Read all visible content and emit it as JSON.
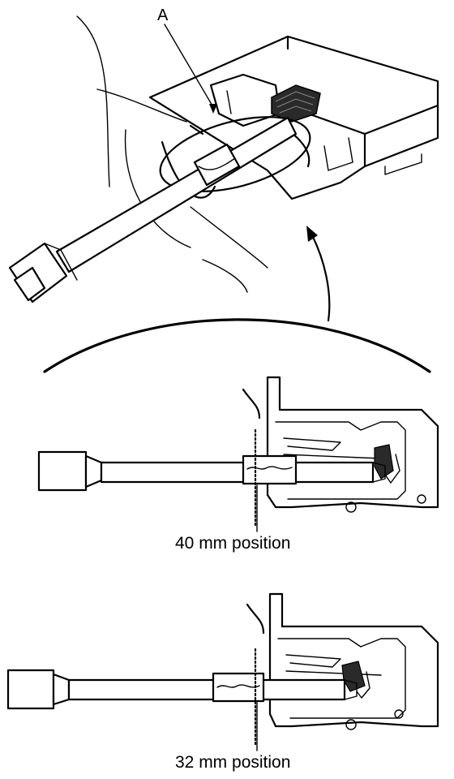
{
  "callouts": {
    "part_a": "A"
  },
  "positions": [
    {
      "label": "40 mm position"
    },
    {
      "label": "32 mm position"
    }
  ]
}
